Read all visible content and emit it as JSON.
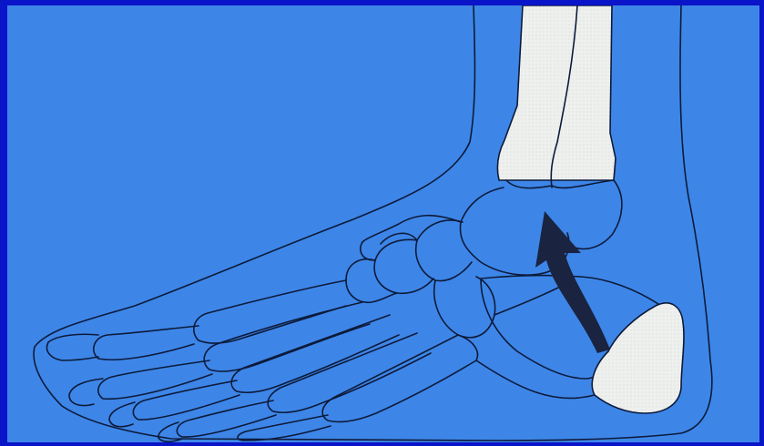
{
  "colors": {
    "frame": "#0a14c8",
    "background": "#3d86e8",
    "outline": "#0d1a3a",
    "bone_shaded": "#eef0ee",
    "arrow": "#1a2340"
  },
  "figure": {
    "subject": "foot-skeleton-lateral-view",
    "shaded_bones": [
      "tibia-fibula-distal",
      "calcaneus-tuberosity"
    ],
    "arrow": "curved-upward"
  }
}
